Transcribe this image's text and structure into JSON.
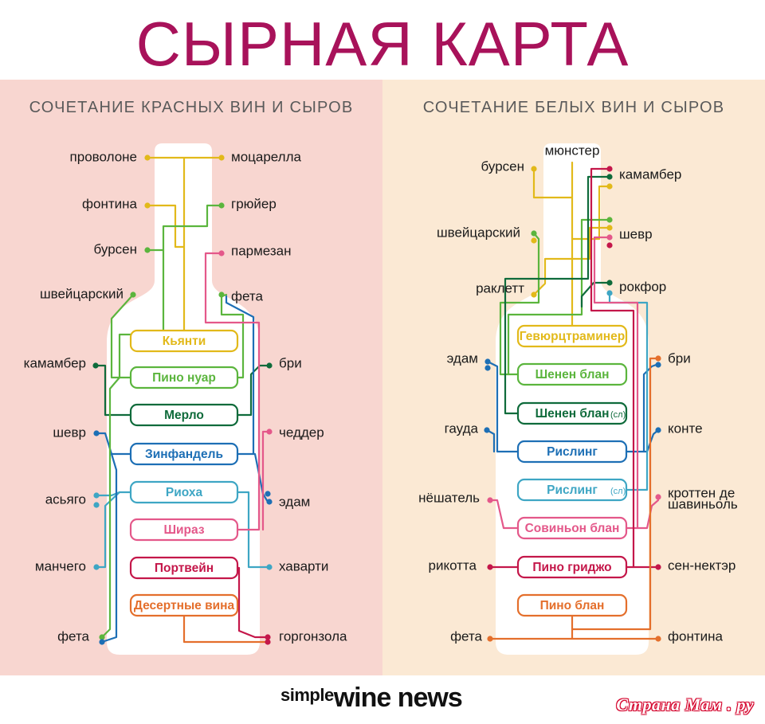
{
  "title": "СЫРНАЯ КАРТА",
  "colors": {
    "title": "#a8125a",
    "left_bg": "#f8d6d0",
    "right_bg": "#fbe9d4",
    "bottle": "#ffffff",
    "yellow": "#e2b91a",
    "light_green": "#5bb53d",
    "dark_green": "#0f6b3b",
    "blue": "#1d6fb5",
    "cyan": "#3ea6c4",
    "pink": "#e4588a",
    "crimson": "#c4174a",
    "orange": "#e46f2c"
  },
  "left": {
    "heading": "СОЧЕТАНИЕ КРАСНЫХ ВИН И СЫРОВ",
    "wines": [
      {
        "label": "Кьянти",
        "sub": "",
        "color": "yellow"
      },
      {
        "label": "Пино нуар",
        "sub": "",
        "color": "light_green"
      },
      {
        "label": "Мерло",
        "sub": "",
        "color": "dark_green"
      },
      {
        "label": "Зинфандель",
        "sub": "",
        "color": "blue"
      },
      {
        "label": "Риоха",
        "sub": "",
        "color": "cyan"
      },
      {
        "label": "Шираз",
        "sub": "",
        "color": "pink"
      },
      {
        "label": "Портвейн",
        "sub": "",
        "color": "crimson"
      },
      {
        "label": "Десертные вина",
        "sub": "",
        "color": "orange"
      }
    ],
    "cheeses_left": [
      {
        "label": "проволоне",
        "color": "yellow"
      },
      {
        "label": "фонтина",
        "color": "yellow"
      },
      {
        "label": "бурсен",
        "color": "light_green"
      },
      {
        "label": "швейцарский",
        "color": "light_green"
      },
      {
        "label": "камамбер",
        "color": "dark_green"
      },
      {
        "label": "шевр",
        "color": "blue"
      },
      {
        "label": "асьяго",
        "color": "cyan"
      },
      {
        "label": "манчего",
        "color": "cyan"
      },
      {
        "label": "фета",
        "color": "light_green"
      }
    ],
    "cheeses_right": [
      {
        "label": "моцарелла",
        "color": "yellow"
      },
      {
        "label": "грюйер",
        "color": "light_green"
      },
      {
        "label": "пармезан",
        "color": "pink"
      },
      {
        "label": "фета",
        "color": "light_green"
      },
      {
        "label": "бри",
        "color": "dark_green"
      },
      {
        "label": "чеддер",
        "color": "pink"
      },
      {
        "label": "эдам",
        "color": "blue"
      },
      {
        "label": "хаварти",
        "color": "cyan"
      },
      {
        "label": "горгонзола",
        "color": "crimson"
      }
    ]
  },
  "right": {
    "heading": "СОЧЕТАНИЕ БЕЛЫХ ВИН И СЫРОВ",
    "top_cheese": {
      "label": "мюнстер",
      "color": "yellow"
    },
    "wines": [
      {
        "label": "Гевюрцтраминер",
        "sub": "",
        "color": "yellow"
      },
      {
        "label": "Шенен блан",
        "sub": "",
        "color": "light_green"
      },
      {
        "label": "Шенен блан",
        "sub": "(сл)",
        "color": "dark_green"
      },
      {
        "label": "Рислинг",
        "sub": "",
        "color": "blue"
      },
      {
        "label": "Рислинг",
        "sub": "(сл)",
        "color": "cyan"
      },
      {
        "label": "Совиньон блан",
        "sub": "",
        "color": "pink"
      },
      {
        "label": "Пино гриджо",
        "sub": "",
        "color": "crimson"
      },
      {
        "label": "Пино блан",
        "sub": "",
        "color": "orange"
      }
    ],
    "cheeses_left": [
      {
        "label": "бурсен",
        "color": "yellow"
      },
      {
        "label": "швейцарский",
        "color": "light_green"
      },
      {
        "label": "раклетт",
        "color": "yellow"
      },
      {
        "label": "эдам",
        "color": "blue"
      },
      {
        "label": "гауда",
        "color": "blue"
      },
      {
        "label": "нёшатель",
        "color": "pink"
      },
      {
        "label": "рикотта",
        "color": "crimson"
      },
      {
        "label": "фета",
        "color": "orange"
      }
    ],
    "cheeses_right": [
      {
        "label": "камамбер",
        "color": "crimson"
      },
      {
        "label": "шевр",
        "color": "pink"
      },
      {
        "label": "рокфор",
        "color": "dark_green"
      },
      {
        "label": "бри",
        "color": "orange"
      },
      {
        "label": "конте",
        "color": "blue"
      },
      {
        "label": "кроттен де",
        "color": "pink"
      },
      {
        "label": "шавиньоль",
        "color": "pink"
      },
      {
        "label": "сен-нектэр",
        "color": "crimson"
      },
      {
        "label": "фонтина",
        "color": "orange"
      }
    ]
  },
  "brand": {
    "part1": "simple",
    "part2": "wine news"
  },
  "watermark": "Страна Мам . ру"
}
